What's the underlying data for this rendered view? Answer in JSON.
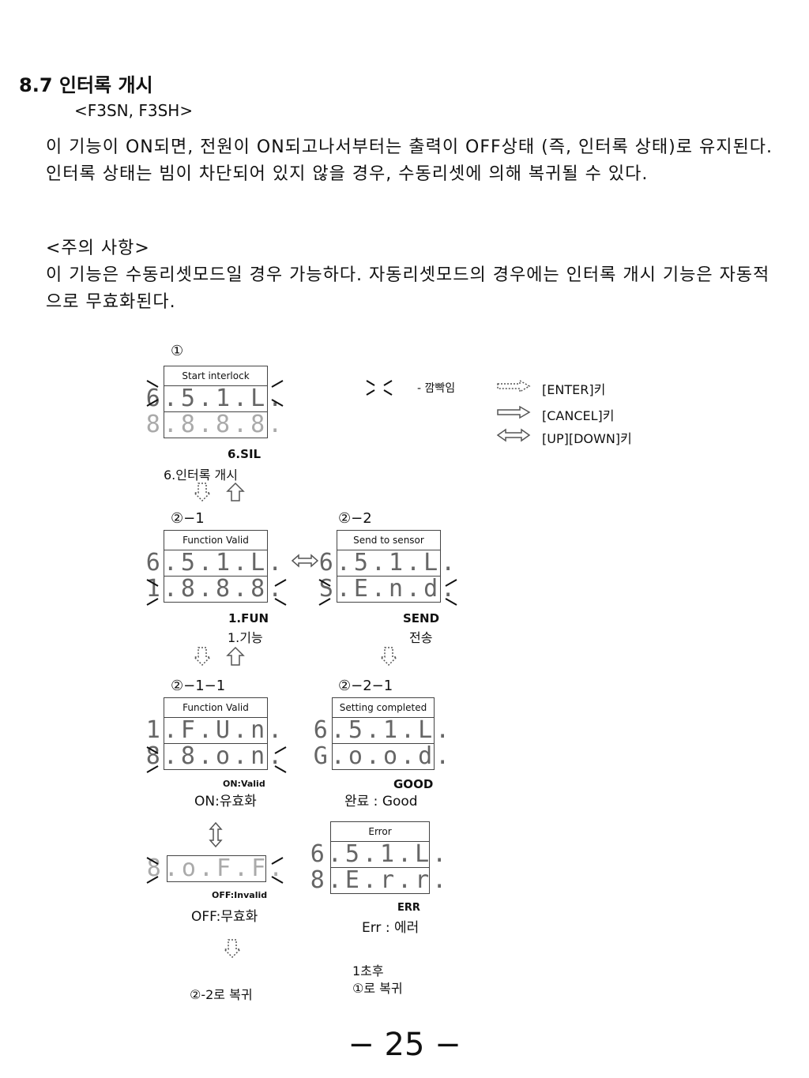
{
  "heading": "8.7 인터록 개시",
  "models": "<F3SN, F3SH>",
  "intro": "이 기능이 ON되면, 전원이 ON되고나서부터는 출력이 OFF상태 (즉, 인터록 상태)로 유지된다. 인터록 상태는 빔이 차단되어 있지 않을 경우, 수동리셋에 의해 복귀될 수 있다.",
  "caution_title": "<주의 사항>",
  "caution_text": "이 기능은 수동리셋모드일 경우 가능하다. 자동리셋모드의 경우에는 인터록 개시 기능은 자동적으로 무효화된다.",
  "legend": {
    "blink": "- 깜빡임",
    "enter": "[ENTER]키",
    "cancel": "[CANCEL]키",
    "updown": "[UP][DOWN]키"
  },
  "steps": {
    "s1": "①",
    "s21": "②−1",
    "s22": "②−2",
    "s211": "②−1−1",
    "s221": "②−2−1"
  },
  "boxes": {
    "b1": {
      "title": "Start interlock",
      "top": "6.5.1.L.",
      "bottom": "8.8.8.8.",
      "code": "6.SIL",
      "label": "6.인터록 개시"
    },
    "b21": {
      "title": "Function Valid",
      "top": "6.5.1.L.",
      "bottom": "1.8.8.8.",
      "code": "1.FUN",
      "label": "1.기능"
    },
    "b22": {
      "title": "Send to sensor",
      "top": "6.5.1.L.",
      "bottom": "S.E.n.d.",
      "code": "SEND",
      "label": "전송"
    },
    "b211": {
      "title": "Function Valid",
      "top": "1.F.U.n.",
      "bottom": "8.8.o.n.",
      "code": "ON:Valid",
      "label": "ON:유효화"
    },
    "b221": {
      "title": "Setting completed",
      "top": "6.5.1.L.",
      "bottom": "G.o.o.d.",
      "code": "GOOD",
      "label": "완료 : Good"
    },
    "boff": {
      "top": "8.o.F.F.",
      "code": "OFF:Invalid",
      "label": "OFF:무효화"
    },
    "berr": {
      "title": "Error",
      "top": "6.5.1.L.",
      "bottom": "8.E.r.r.",
      "code": "ERR",
      "label": "Err : 에러"
    }
  },
  "return_22": "②-2로 복귀",
  "after_1s": "1초후",
  "return_1": "①로 복귀",
  "page_number": "− 25 −"
}
